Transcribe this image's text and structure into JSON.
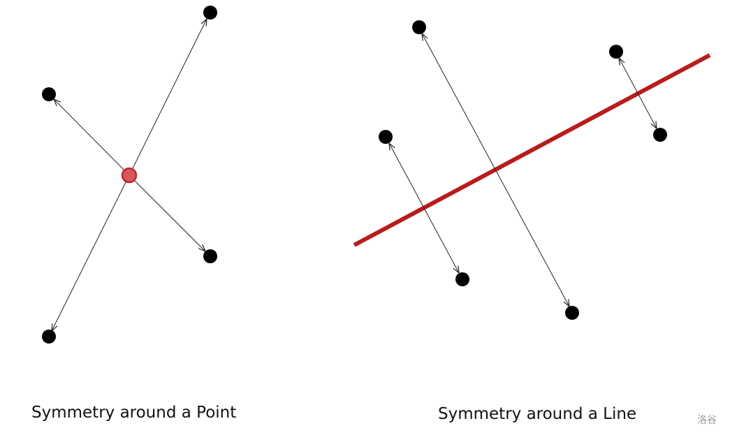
{
  "captions": {
    "point": "Symmetry around a Point",
    "line": "Symmetry around a Line"
  },
  "watermark": "洛谷",
  "colors": {
    "points": "#000000",
    "center": "#c0393b",
    "axis": "#b81c1c",
    "arrows": "#222222"
  }
}
